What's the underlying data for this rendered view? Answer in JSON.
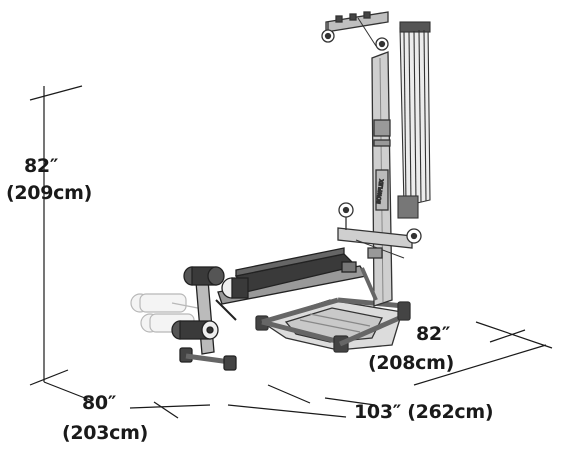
{
  "dimensions": {
    "height_imperial": "82″",
    "height_metric": "(209cm)",
    "width_imperial": "80″",
    "width_metric": "(203cm)",
    "depth_imperial": "82″",
    "depth_metric": "(208cm)",
    "length_full": "103″ (262cm)"
  },
  "colors": {
    "line": "#1a1a1a",
    "frame": "#555555",
    "pad": "#333333",
    "ghost": "#b8b8b8"
  }
}
